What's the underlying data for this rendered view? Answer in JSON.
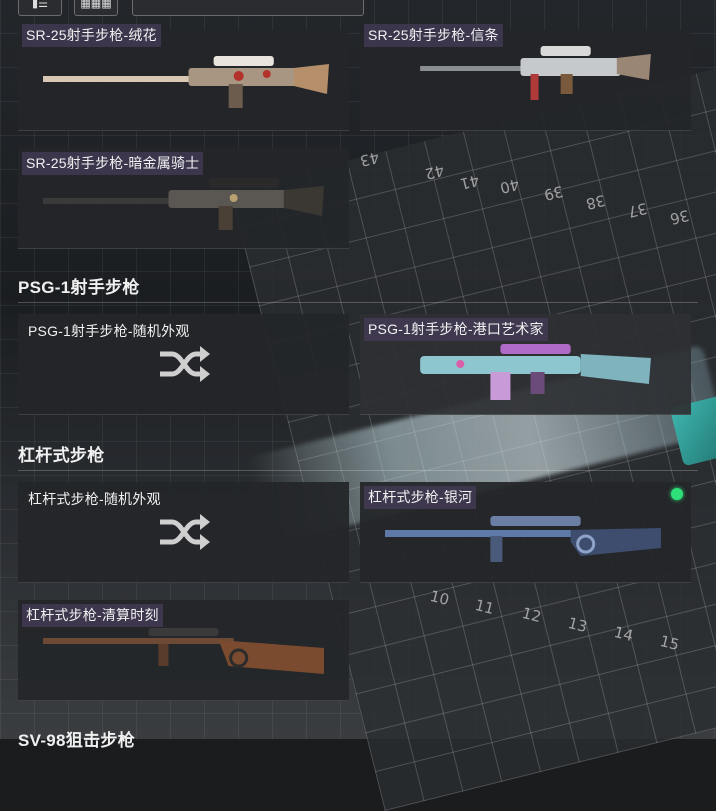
{
  "toolbar": {
    "icon_left": "list-view-icon",
    "icon_grid": "grid-view-icon"
  },
  "sections": {
    "sr25": {
      "cards": [
        {
          "label": "SR-25射手步枪-绒花"
        },
        {
          "label": "SR-25射手步枪-信条"
        },
        {
          "label": "SR-25射手步枪-暗金属骑士"
        }
      ]
    },
    "psg1": {
      "title": "PSG-1射手步枪",
      "cards": [
        {
          "label": "PSG-1射手步枪-随机外观"
        },
        {
          "label": "PSG-1射手步枪-港口艺术家"
        }
      ]
    },
    "lever": {
      "title": "杠杆式步枪",
      "cards": [
        {
          "label": "杠杆式步枪-随机外观"
        },
        {
          "label": "杠杆式步枪-银河"
        },
        {
          "label": "杠杆式步枪-清算时刻"
        }
      ]
    },
    "sv98": {
      "title": "SV-98狙击步枪"
    }
  },
  "background": {
    "ruler_numbers": [
      "43",
      "42",
      "41",
      "40",
      "39",
      "38",
      "37",
      "36",
      "10",
      "11",
      "12",
      "13",
      "14",
      "15"
    ]
  },
  "colors": {
    "equipped_dot": "#2fe07a",
    "label_bg": "#463c5a"
  }
}
